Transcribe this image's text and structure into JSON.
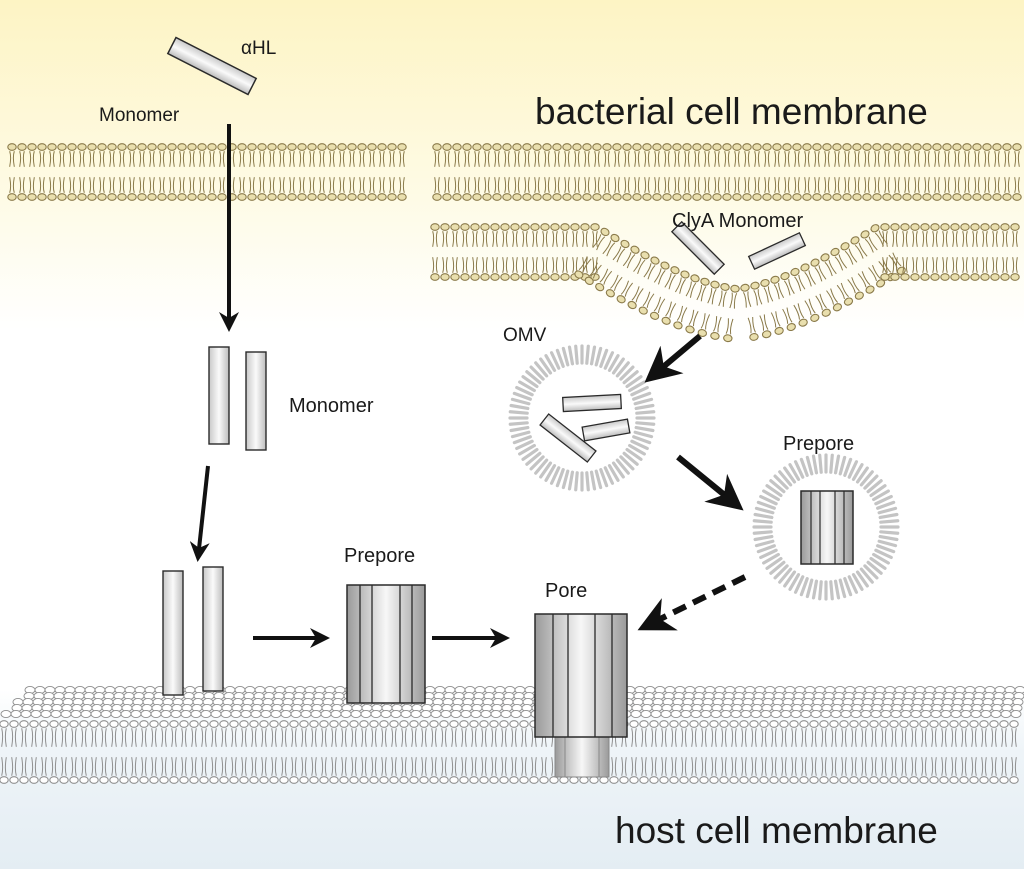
{
  "labels": {
    "ahl": "αHL",
    "monomer_top": "Monomer",
    "bacterial_membrane": "bacterial cell membrane",
    "clya_monomer": "ClyA Monomer",
    "omv": "OMV",
    "monomer_mid": "Monomer",
    "prepore_right": "Prepore",
    "prepore_left": "Prepore",
    "pore": "Pore",
    "host_membrane": "host cell membrane"
  },
  "colors": {
    "bacterial_bg": "#fdf7d2",
    "bacterial_lipid": "#8a7a4a",
    "bacterial_lipid_fill": "#e9dfae",
    "host_bg": "#e6eff5",
    "host_lipid": "#8f8f8f",
    "vesicle_lipid": "#c4c4c4",
    "protein_stroke": "#2a2a2a",
    "arrow": "#111111"
  }
}
